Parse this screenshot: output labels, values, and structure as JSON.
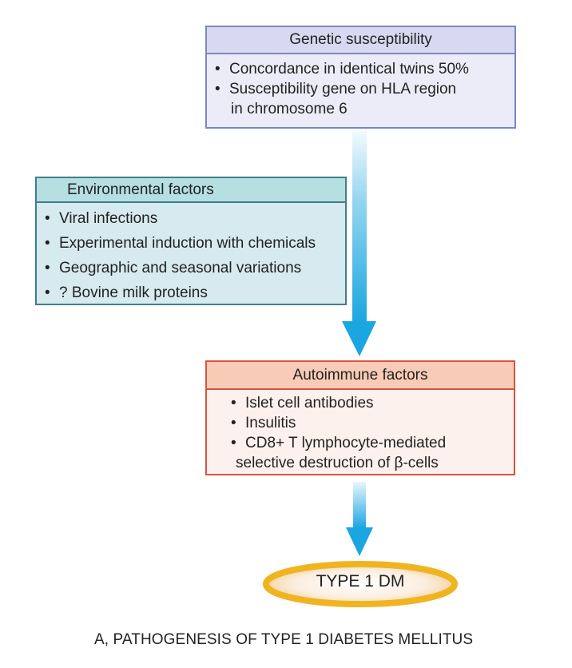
{
  "diagram": {
    "boxes": {
      "genetic": {
        "title": "Genetic susceptibility",
        "items": [
          "Concordance in identical twins  50%",
          "Susceptibility gene on HLA region",
          "in chromosome 6"
        ],
        "colors": {
          "border": "#7b86c2",
          "header": "#d8d8f0",
          "body": "#ececf8"
        }
      },
      "environmental": {
        "title": "Environmental factors",
        "items": [
          "Viral infections",
          "Experimental induction with chemicals",
          "Geographic and seasonal variations",
          "? Bovine milk proteins"
        ],
        "colors": {
          "border": "#3f7f88",
          "header": "#b5dfe0",
          "body": "#d6eaef"
        }
      },
      "autoimmune": {
        "title": "Autoimmune factors",
        "items": [
          "Islet cell antibodies",
          "Insulitis",
          "CD8+ T lymphocyte-mediated",
          "selective destruction of β-cells"
        ],
        "colors": {
          "border": "#d9533d",
          "header": "#f8cbb6",
          "body": "#fdf1ed"
        }
      }
    },
    "bullet": "•",
    "outcome": {
      "label": "TYPE 1 DM",
      "colors": {
        "ring": "#f0b41e",
        "fill": "#fbeee0"
      }
    },
    "arrow_color": "#1aa6e0",
    "caption": "A, PATHOGENESIS OF TYPE 1 DIABETES MELLITUS"
  }
}
